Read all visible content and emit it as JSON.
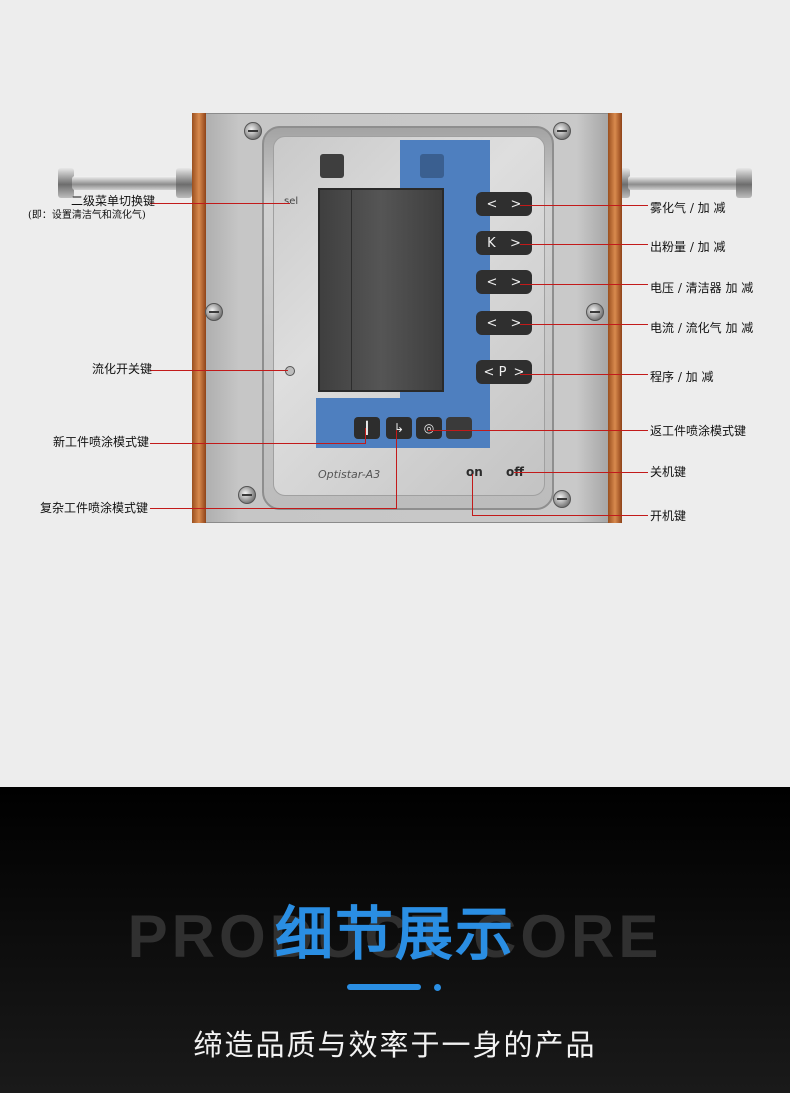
{
  "device": {
    "model": "Optistar-A3",
    "sel_label": "sel",
    "on_label": "on",
    "off_label": "off",
    "keys": [
      {
        "left": "<",
        "right": ">"
      },
      {
        "left": "K",
        "right": ">"
      },
      {
        "left": "<",
        "right": ">"
      },
      {
        "left": "<",
        "right": ">"
      },
      {
        "left": "< P",
        "right": ">"
      }
    ]
  },
  "callouts": {
    "menu_switch": "二级菜单切换键",
    "menu_switch_note": "(即：设置清洁气和流化气)",
    "fluidizing_switch": "流化开关键",
    "new_workpiece": "新工件喷涂模式键",
    "complex_workpiece": "复杂工件喷涂模式键",
    "atomizing": "雾化气 / 加 减",
    "powder_output": "出粉量 / 加 减",
    "voltage": "电压 / 清洁器  加 减",
    "current": "电流 / 流化气  加 减",
    "program": "程序 / 加 减",
    "return_workpiece": "返工件喷涂模式键",
    "power_off": "关机键",
    "power_on": "开机键"
  },
  "banner": {
    "watermark": "PRODUCT CORE",
    "title": "细节展示",
    "subtitle": "缔造品质与效率于一身的产品",
    "accent_color": "#2a8ee3"
  }
}
